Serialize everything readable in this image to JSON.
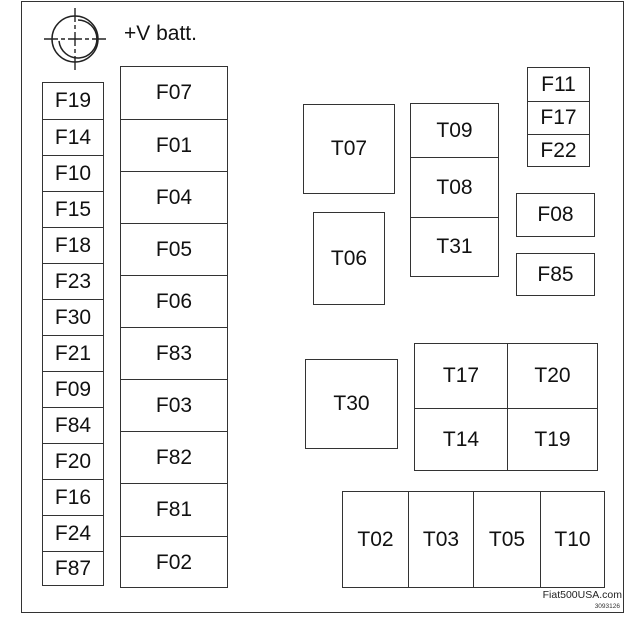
{
  "diagram": {
    "title": "+V batt.",
    "battery_icon": "battery-terminal-crosshair-icon",
    "watermark": "Fiat500USA.com",
    "figure_code": "3093126",
    "left_small_fuse_column": [
      "F19",
      "F14",
      "F10",
      "F15",
      "F18",
      "F23",
      "F30",
      "F21",
      "F09",
      "F84",
      "F20",
      "F16",
      "F24",
      "F87"
    ],
    "left_large_fuse_column": [
      "F07",
      "F01",
      "F04",
      "F05",
      "F06",
      "F83",
      "F03",
      "F82",
      "F81",
      "F02"
    ],
    "relays": {
      "t07": "T07",
      "t06": "T06",
      "middle_stack": [
        "T09",
        "T08",
        "T31"
      ],
      "t30": "T30",
      "grid": {
        "top_left": "T17",
        "top_right": "T20",
        "bottom_left": "T14",
        "bottom_right": "T19"
      },
      "bottom_row": [
        "T02",
        "T03",
        "T05",
        "T10"
      ]
    },
    "right_fuses": {
      "stack": [
        "F11",
        "F17",
        "F22"
      ],
      "f08": "F08",
      "f85": "F85"
    }
  }
}
